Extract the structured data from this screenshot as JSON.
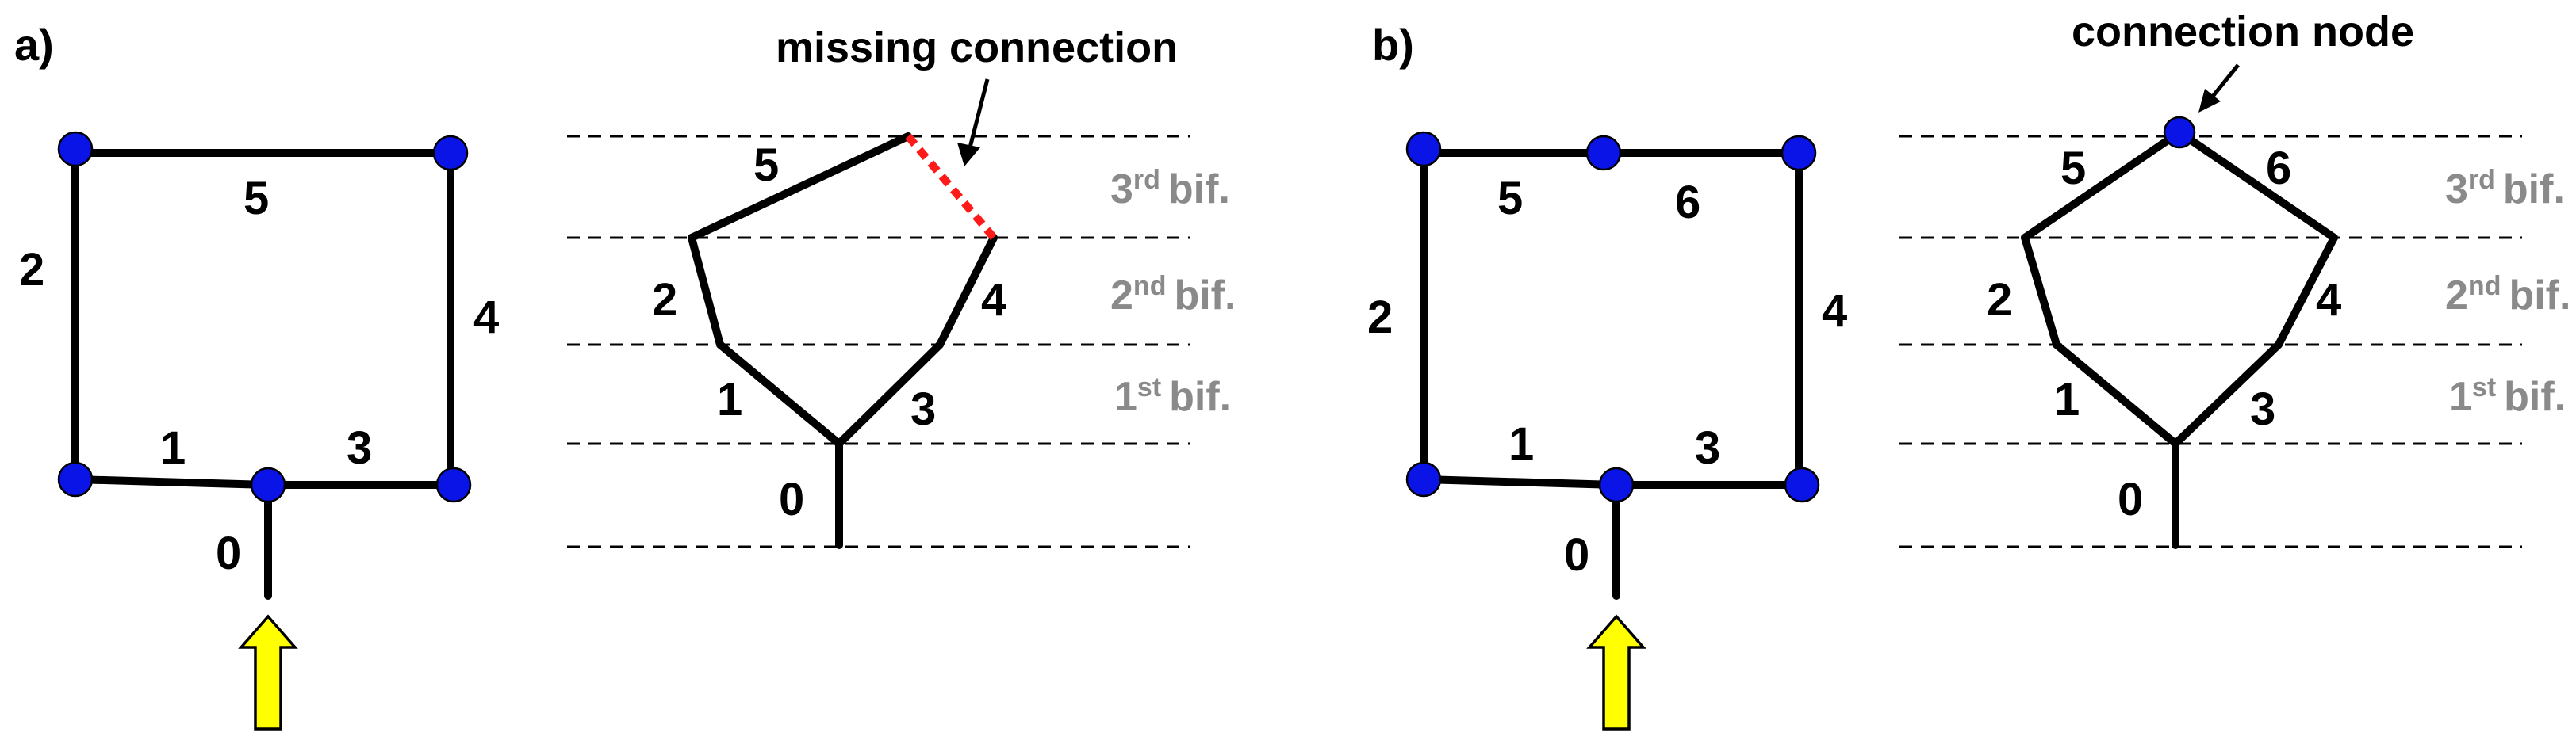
{
  "panels": {
    "a": {
      "label": "a)",
      "annotation": "missing connection"
    },
    "b": {
      "label": "b)",
      "annotation": "connection node"
    }
  },
  "edge_labels": [
    "0",
    "1",
    "2",
    "3",
    "4",
    "5",
    "6"
  ],
  "bifurcations": [
    {
      "ordinal": "1",
      "suffix": "st",
      "text": "bif."
    },
    {
      "ordinal": "2",
      "suffix": "nd",
      "text": "bif."
    },
    {
      "ordinal": "3",
      "suffix": "rd",
      "text": "bif."
    }
  ],
  "colors": {
    "node": "#0a14e6",
    "edge": "#000000",
    "missing_connection": "#ff1a1a",
    "inflow_arrow": "#ffff00",
    "level_label": "#8a8a8a"
  }
}
